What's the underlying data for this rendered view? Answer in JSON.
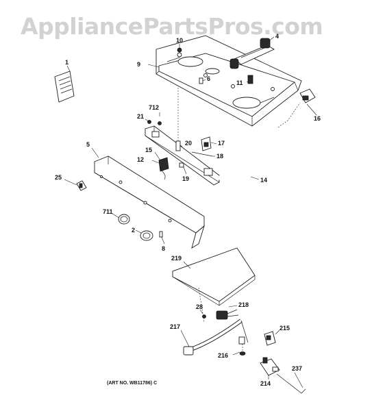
{
  "watermark": "AppliancePartsPros.com",
  "art_number": "(ART NO. WB11786) C",
  "callouts": {
    "p1": "1",
    "p4": "4",
    "p9": "9",
    "p10": "10",
    "p6": "6",
    "p11": "11",
    "p16": "16",
    "p712": "712",
    "p21": "21",
    "p20": "20",
    "p17": "17",
    "p5": "5",
    "p15": "15",
    "p18": "18",
    "p12": "12",
    "p19": "19",
    "p25": "25",
    "p14": "14",
    "p711": "711",
    "p2": "2",
    "p8": "8",
    "p219": "219",
    "p28": "28",
    "p218": "218",
    "p217": "217",
    "p215": "215",
    "p216": "216",
    "p214": "214",
    "p237": "237"
  }
}
